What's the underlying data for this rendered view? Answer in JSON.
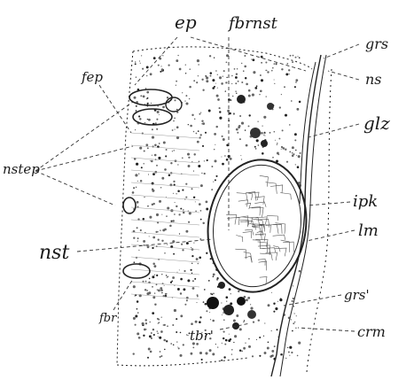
{
  "labels": {
    "ep": "ep",
    "fbrnst": "fbrnst",
    "grs": "grs",
    "ns": "ns",
    "fep": "fep",
    "glz": "glz",
    "nstep": "nstep",
    "ipk": "ipk",
    "lm": "lm",
    "nst": "nst",
    "fbr": "fbr",
    "grs_prime": "grs'",
    "tbr": "tbr'",
    "crm": "crm"
  },
  "colors": {
    "ink": "#222222",
    "paper": "#ffffff"
  }
}
